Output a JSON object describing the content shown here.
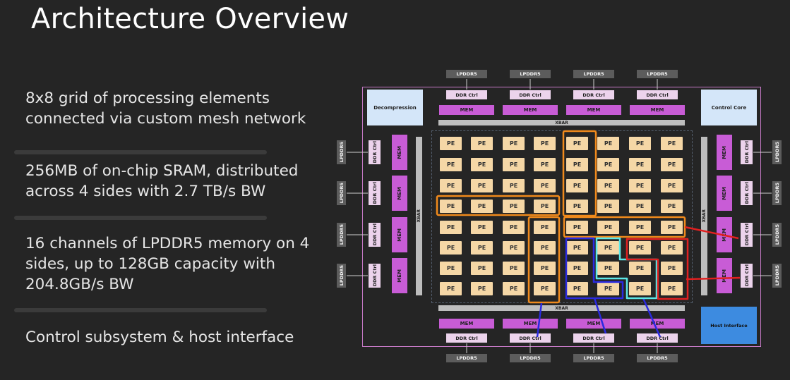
{
  "slide": {
    "title": "Architecture Overview",
    "bullets": [
      "8x8 grid of processing elements connected via custom mesh network",
      "256MB of on-chip SRAM, distributed across 4 sides with 2.7 TB/s BW",
      "16 channels of LPDDR5 memory on 4 sides, up to 128GB capacity with 204.8GB/s BW",
      "Control subsystem & host interface"
    ]
  },
  "diagram": {
    "lpddr_label": "LPDDR5",
    "ddr_ctrl_label": "DDR Ctrl",
    "mem_label": "MEM",
    "pe_label": "PE",
    "xbar_label": "XBAR",
    "decompression_label": "Decompression",
    "control_core_label": "Control Core",
    "host_interface_label": "Host Interface",
    "grid_rows": 8,
    "grid_cols": 8,
    "colors": {
      "mem": "#c85cd6",
      "ddr_ctrl": "#ecd3ec",
      "pe": "#f5d7a6",
      "frame": "#c87ac8",
      "highlight_orange": "#f08a1c",
      "highlight_blue": "#2a2ae0",
      "highlight_cyan": "#5ce8e8",
      "highlight_red": "#e02020",
      "host_interface": "#3d8be0"
    }
  }
}
